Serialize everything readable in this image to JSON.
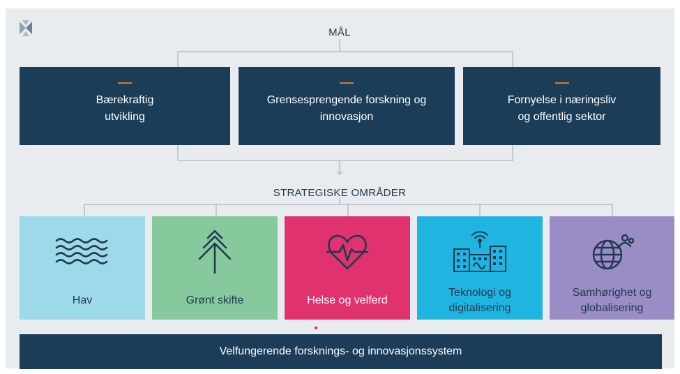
{
  "goals_heading": "MÅL",
  "goals": [
    {
      "label": "Bærekraftig\nutvikling"
    },
    {
      "label": "Grensesprengende forskning og\ninnovasjon"
    },
    {
      "label": "Fornyelse i næringsliv\nog offentlig sektor"
    }
  ],
  "areas_heading": "STRATEGISKE OMRÅDER",
  "areas": [
    {
      "label": "Hav",
      "icon": "waves-icon",
      "color": "#9ed9ea"
    },
    {
      "label": "Grønt skifte",
      "icon": "tree-icon",
      "color": "#86c99c"
    },
    {
      "label": "Helse og velferd",
      "icon": "heartbeat-icon",
      "color": "#e0326e"
    },
    {
      "label": "Teknologi og\ndigitalisering",
      "icon": "smart-city-icon",
      "color": "#1fb5e0"
    },
    {
      "label": "Samhørighet og\nglobalisering",
      "icon": "globe-people-icon",
      "color": "#9a8cc4"
    }
  ],
  "footer": "Velfungerende forsknings- og innovasjonssystem",
  "colors": {
    "navy": "#1b3d57",
    "accent": "#e07b1e",
    "background": "#e9ecef"
  }
}
